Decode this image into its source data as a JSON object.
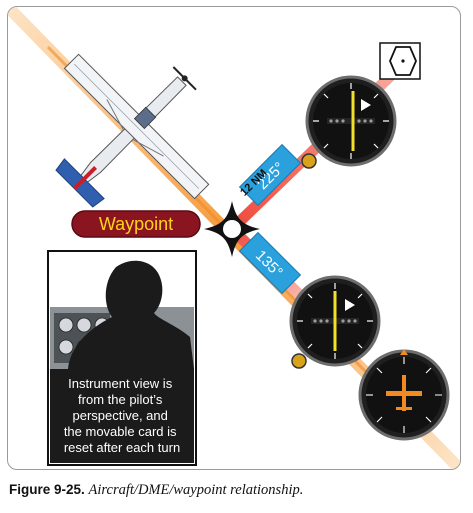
{
  "figure": {
    "label": "Figure 9-25.",
    "title": "Aircraft/DME/waypoint relationship."
  },
  "diagram": {
    "waypoint_label": "Waypoint",
    "distance_label": "12 NM",
    "radial_upper": "225°",
    "radial_lower": "135°",
    "note_lines": [
      "Instrument view is",
      "from the pilot’s",
      "perspective, and",
      "the movable card is",
      "reset after each turn"
    ]
  },
  "colors": {
    "course_line": "#f6a04a",
    "radial_beam": "#ef4a3c",
    "radial_block": "#2aa0dc",
    "waypoint_badge": "#8a1520",
    "waypoint_text": "#ffd21a",
    "aircraft_wing": "#2f5fae"
  }
}
